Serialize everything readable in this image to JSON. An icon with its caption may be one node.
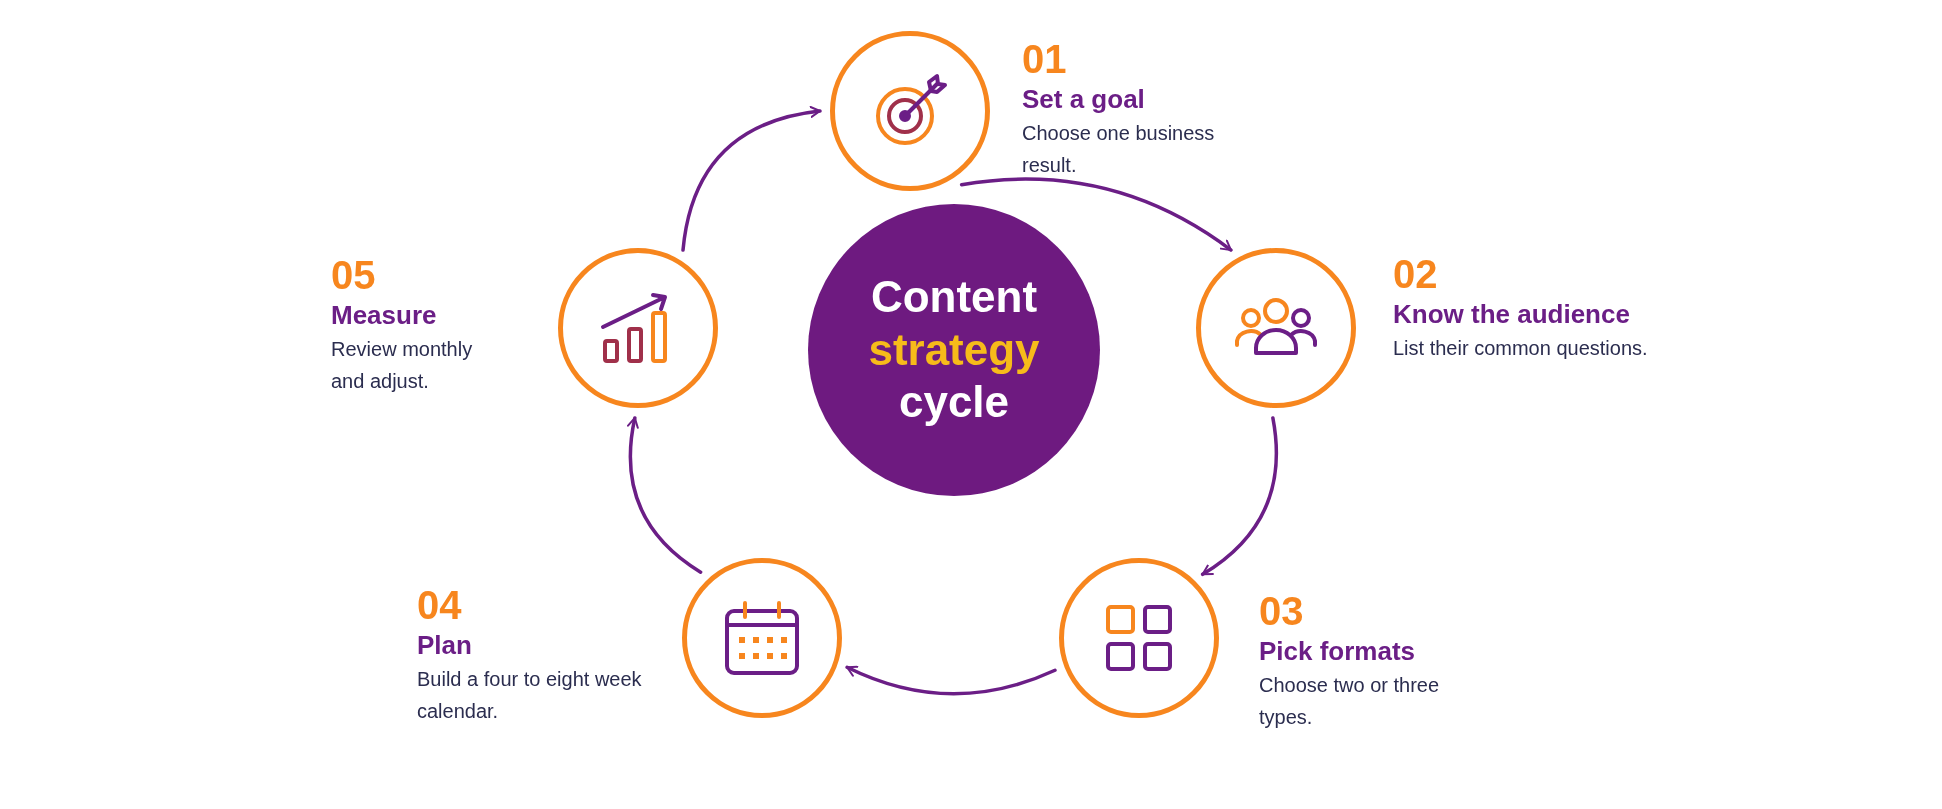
{
  "diagram": {
    "nodes": [
      {
        "text": [],
        "shape": "circle",
        "beside": [
          "01",
          "Set a goal",
          "Choose one business result."
        ]
      },
      {
        "text": [],
        "shape": "circle",
        "beside": [
          "02",
          "Know the audience",
          "List their common questions."
        ]
      },
      {
        "text": [],
        "shape": "circle",
        "beside": [
          "03",
          "Pick formats",
          "Choose two or three types."
        ]
      },
      {
        "text": [],
        "shape": "circle",
        "beside": [
          "04",
          "Plan",
          "Build a four to eight week calendar."
        ]
      },
      {
        "text": [],
        "shape": "circle",
        "beside": [
          "05",
          "Measure",
          "Review monthly and adjust."
        ]
      },
      {
        "text": [
          "Content",
          "strategy",
          "cycle"
        ]
      }
    ],
    "edges": [
      {
        "from": 4,
        "to": 0,
        "arrow": "to"
      },
      {
        "from": 0,
        "to": 1,
        "arrow": "to"
      },
      {
        "from": 1,
        "to": 2,
        "arrow": "to"
      },
      {
        "from": 2,
        "to": 3,
        "arrow": "to"
      },
      {
        "from": 3,
        "to": 4,
        "arrow": "to"
      }
    ]
  }
}
